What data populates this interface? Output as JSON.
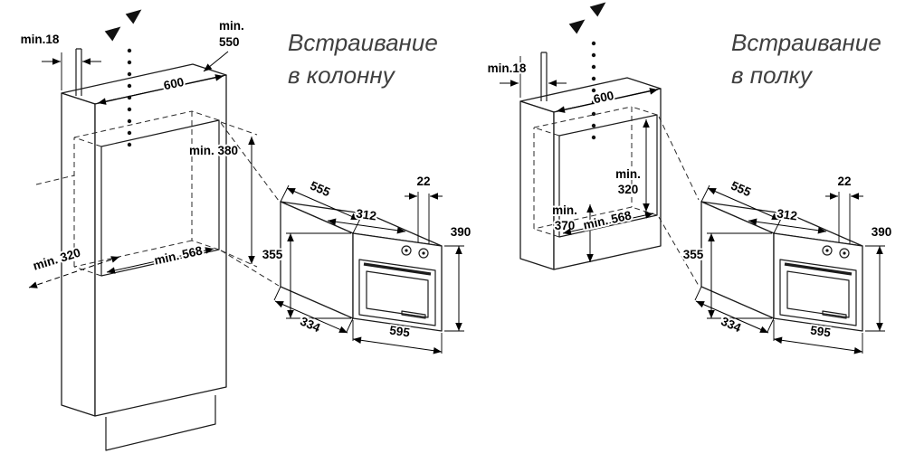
{
  "left_diagram": {
    "title_line1": "Встраивание",
    "title_line2": "в колонну",
    "labels": {
      "rear_gap": "min.18",
      "top_clearance_min": "min.",
      "top_clearance_value": "550",
      "cabinet_width": "600",
      "niche_height": "min. 380",
      "lower_depth": "min. 320",
      "niche_depth": "min. 568"
    },
    "oven": {
      "depth": "555",
      "flange": "22",
      "top_width": "312",
      "height": "390",
      "front_height": "355",
      "base_depth": "334",
      "width": "595"
    }
  },
  "right_diagram": {
    "title_line1": "Встраивание",
    "title_line2": "в полку",
    "labels": {
      "rear_gap": "min.18",
      "cabinet_width": "600",
      "niche_height_min": "min.",
      "niche_height_value": "320",
      "under_clearance_min": "min.",
      "under_clearance_value": "370",
      "niche_depth": "min. 568"
    },
    "oven": {
      "depth": "555",
      "flange": "22",
      "top_width": "312",
      "height": "390",
      "front_height": "355",
      "base_depth": "334",
      "width": "595"
    }
  }
}
